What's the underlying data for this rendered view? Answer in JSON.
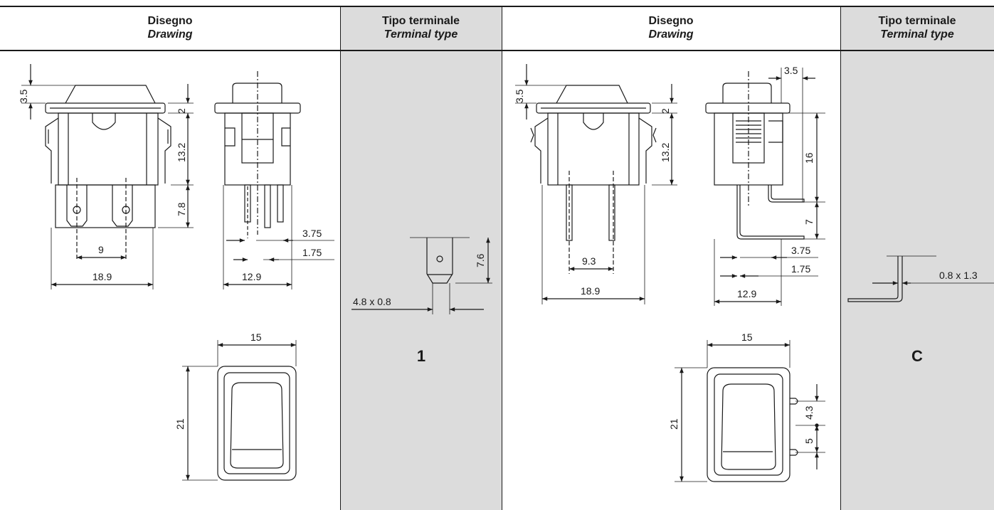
{
  "headers": [
    {
      "it": "Disegno",
      "en": "Drawing"
    },
    {
      "it": "Tipo terminale",
      "en": "Terminal type"
    },
    {
      "it": "Disegno",
      "en": "Drawing"
    },
    {
      "it": "Tipo terminale",
      "en": "Terminal type"
    }
  ],
  "terminal_codes": [
    "1",
    "C"
  ],
  "dims_left": {
    "top_offset": "3.5",
    "frame": "2",
    "body_h": "13.2",
    "tab_h": "7.8",
    "pin_pitch": "9",
    "width": "18.9",
    "pin_w": "3.75",
    "pin_off": "1.75",
    "side_w": "12.9",
    "top_w": "15",
    "top_h": "21"
  },
  "dims_term1": {
    "height": "7.6",
    "section": "4.8 x 0.8"
  },
  "dims_right": {
    "top_offset": "3.5",
    "frame": "2",
    "body_h": "13.2",
    "pin_pitch": "9.3",
    "width": "18.9",
    "top_ext": "3.5",
    "h16": "16",
    "h7": "7",
    "pin_w": "3.75",
    "pin_off": "1.75",
    "side_w": "12.9",
    "top_w": "15",
    "top_h": "21",
    "d43": "4.3",
    "d5": "5"
  },
  "dims_termC": {
    "section": "0.8 x 1.3"
  }
}
